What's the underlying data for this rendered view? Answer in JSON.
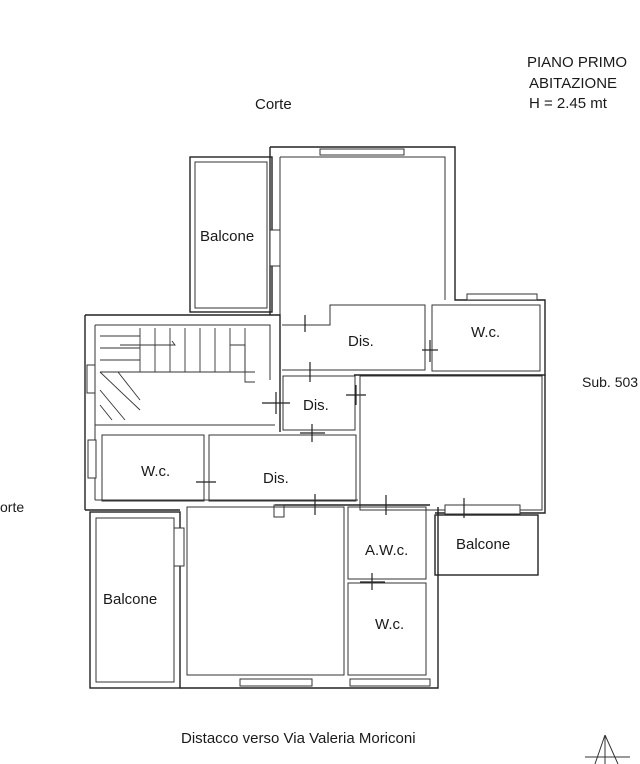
{
  "header": {
    "floor": "PIANO PRIMO",
    "use": "ABITAZIONE",
    "height": "H = 2.45 mt"
  },
  "surroundings": {
    "top": "Corte",
    "left": "orte",
    "right": "Sub. 503",
    "bottom": "Distacco verso Via Valeria Moriconi"
  },
  "rooms": {
    "balcone_nw": "Balcone",
    "dis_1": "Dis.",
    "wc_ne": "W.c.",
    "dis_2": "Dis.",
    "wc_w": "W.c.",
    "dis_3": "Dis.",
    "awc": "A.W.c.",
    "balcone_e": "Balcone",
    "balcone_sw": "Balcone",
    "wc_s": "W.c."
  }
}
